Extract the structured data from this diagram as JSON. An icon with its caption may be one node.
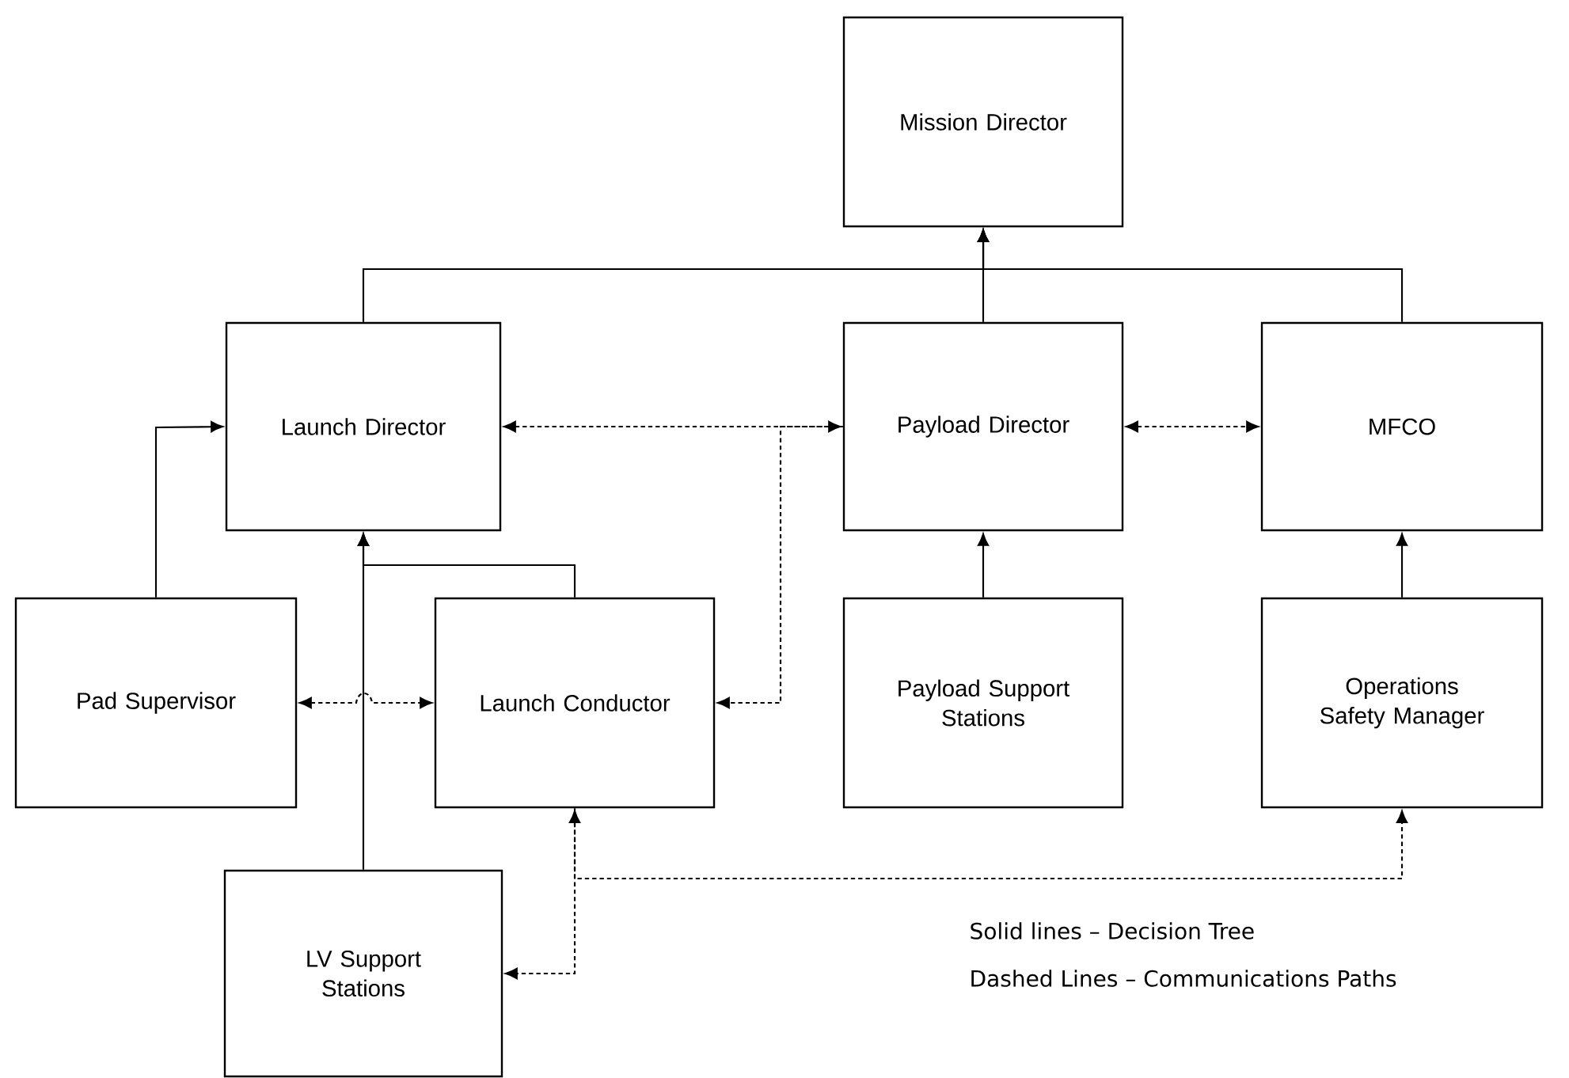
{
  "diagram": {
    "nodes": [
      {
        "text": [
          "Mission Director"
        ]
      },
      {
        "text": [
          "Launch Director"
        ]
      },
      {
        "text": [
          "Payload Director"
        ]
      },
      {
        "text": [
          "MFCO"
        ]
      },
      {
        "text": [
          "Pad Supervisor"
        ]
      },
      {
        "text": [
          "Launch Conductor"
        ]
      },
      {
        "text": [
          "Payload Support Stations"
        ]
      },
      {
        "text": [
          "Operations Safety Manager"
        ]
      },
      {
        "text": [
          "LV Support Stations"
        ]
      }
    ],
    "edges": [
      {
        "from": 1,
        "to": 0,
        "arrow": "to"
      },
      {
        "from": 2,
        "to": 0,
        "arrow": "to"
      },
      {
        "from": 3,
        "to": 0,
        "arrow": "to"
      },
      {
        "from": 4,
        "to": 1,
        "arrow": "to"
      },
      {
        "from": 5,
        "to": 1,
        "arrow": "to"
      },
      {
        "from": 8,
        "to": 1,
        "arrow": "to"
      },
      {
        "from": 6,
        "to": 2,
        "arrow": "to"
      },
      {
        "from": 7,
        "to": 3,
        "arrow": "to"
      },
      {
        "from": 1,
        "to": 2,
        "arrow": "both",
        "style": "dashed"
      },
      {
        "from": 2,
        "to": 5,
        "arrow": "to",
        "style": "dashed"
      },
      {
        "from": 2,
        "to": 3,
        "arrow": "both",
        "style": "dashed"
      },
      {
        "from": 4,
        "to": 5,
        "arrow": "both",
        "style": "dashed"
      },
      {
        "from": 5,
        "to": 7,
        "arrow": "both",
        "style": "dashed"
      },
      {
        "from": 5,
        "to": 8,
        "arrow": "to",
        "style": "dashed"
      }
    ],
    "labels": [
      "Solid lines – Decision Tree",
      "Dashed Lines – Communications Paths"
    ]
  }
}
